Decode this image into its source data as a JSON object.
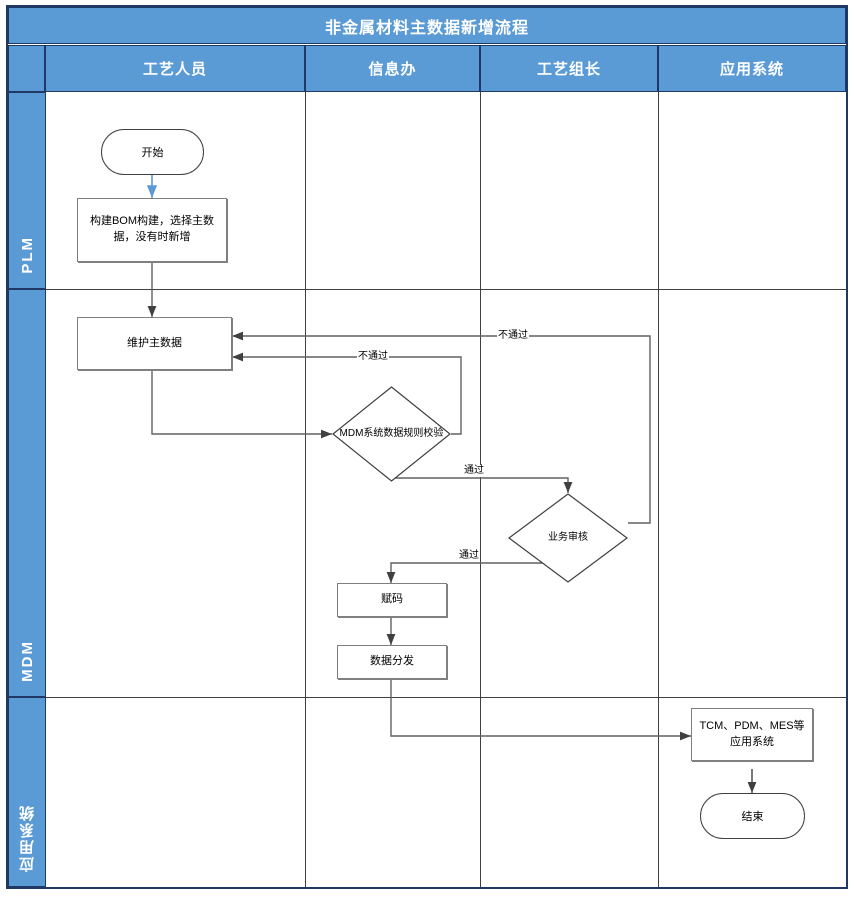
{
  "diagram": {
    "title": "非金属材料主数据新增流程",
    "type": "swimlane-flowchart",
    "accent_color": "#5b9bd5",
    "frame_color": "#1f3864",
    "line_color": "#3f3f3f",
    "shape_border_color": "#7f7f7f",
    "start_arrow_color": "#5b9bd5"
  },
  "columns": [
    {
      "id": "col-gongyi-renyuan",
      "label": "工艺人员"
    },
    {
      "id": "col-xinxiban",
      "label": "信息办"
    },
    {
      "id": "col-gongyi-zuzhang",
      "label": "工艺组长"
    },
    {
      "id": "col-yingyong-xitong",
      "label": "应用系统"
    }
  ],
  "lanes": [
    {
      "id": "lane-plm",
      "label": "PLM"
    },
    {
      "id": "lane-mdm",
      "label": "MDM"
    },
    {
      "id": "lane-app",
      "label": "应用系统"
    }
  ],
  "nodes": [
    {
      "id": "start",
      "shape": "terminator",
      "label": "开始",
      "lane": "PLM",
      "column": "工艺人员"
    },
    {
      "id": "build-bom",
      "shape": "process",
      "label": "构建BOM构建，选择主数据，没有时新增",
      "lane": "PLM",
      "column": "工艺人员"
    },
    {
      "id": "maintain",
      "shape": "process",
      "label": "维护主数据",
      "lane": "MDM",
      "column": "工艺人员"
    },
    {
      "id": "rule-check",
      "shape": "decision",
      "label": "MDM系统数据规则校验",
      "lane": "MDM",
      "column": "信息办"
    },
    {
      "id": "review",
      "shape": "decision",
      "label": "业务审核",
      "lane": "MDM",
      "column": "工艺组长"
    },
    {
      "id": "assign-code",
      "shape": "process",
      "label": "赋码",
      "lane": "MDM",
      "column": "信息办"
    },
    {
      "id": "distribute",
      "shape": "process",
      "label": "数据分发",
      "lane": "MDM",
      "column": "信息办"
    },
    {
      "id": "target-sys",
      "shape": "process",
      "label": "TCM、PDM、MES等应用系统",
      "lane": "应用系统",
      "column": "应用系统"
    },
    {
      "id": "end",
      "shape": "terminator",
      "label": "结束",
      "lane": "应用系统",
      "column": "应用系统"
    }
  ],
  "edges": [
    {
      "id": "e-start-build",
      "from": "start",
      "to": "build-bom",
      "label": ""
    },
    {
      "id": "e-build-maintain",
      "from": "build-bom",
      "to": "maintain",
      "label": ""
    },
    {
      "id": "e-maintain-rule",
      "from": "maintain",
      "to": "rule-check",
      "label": ""
    },
    {
      "id": "e-rule-fail",
      "from": "rule-check",
      "to": "maintain",
      "label": "不通过"
    },
    {
      "id": "e-rule-pass",
      "from": "rule-check",
      "to": "review",
      "label": "通过"
    },
    {
      "id": "e-review-fail",
      "from": "review",
      "to": "maintain",
      "label": "不通过"
    },
    {
      "id": "e-review-pass",
      "from": "review",
      "to": "assign-code",
      "label": "通过"
    },
    {
      "id": "e-code-distribute",
      "from": "assign-code",
      "to": "distribute",
      "label": ""
    },
    {
      "id": "e-distribute-target",
      "from": "distribute",
      "to": "target-sys",
      "label": ""
    },
    {
      "id": "e-target-end",
      "from": "target-sys",
      "to": "end",
      "label": ""
    }
  ],
  "edge_labels": {
    "rule_fail": "不通过",
    "rule_pass": "通过",
    "review_fail": "不通过",
    "review_pass": "通过"
  }
}
